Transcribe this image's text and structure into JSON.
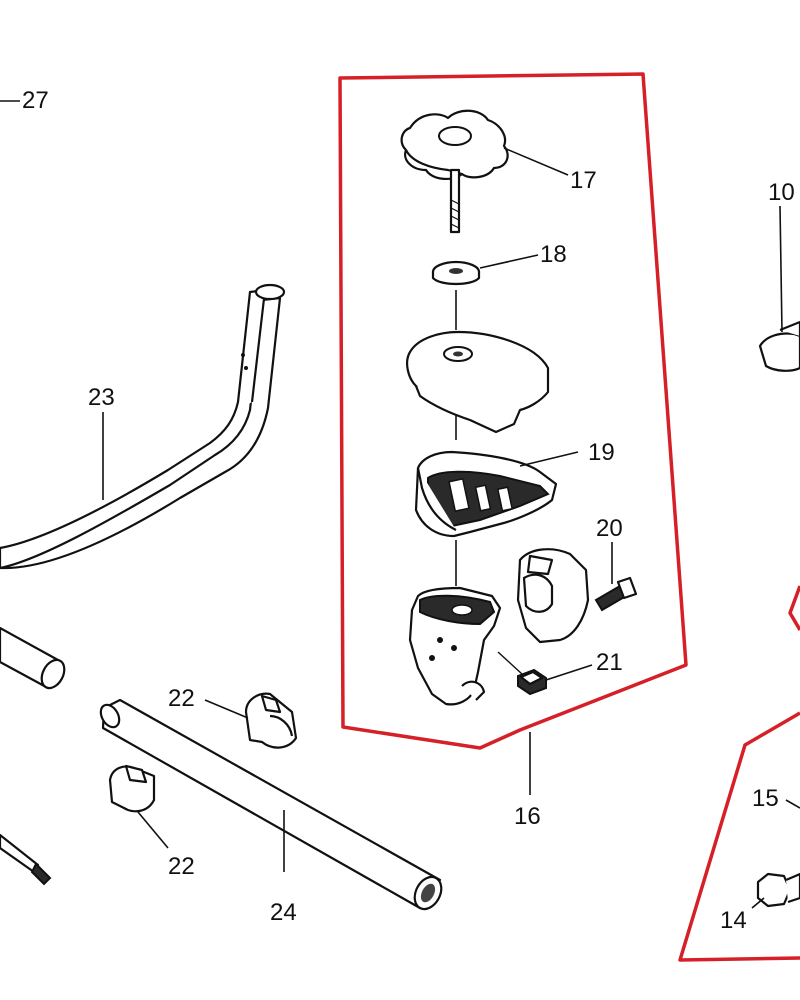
{
  "callouts": {
    "c27": "27",
    "c23": "23",
    "c22a": "22",
    "c22b": "22",
    "c24": "24",
    "c17": "17",
    "c18": "18",
    "c19": "19",
    "c20": "20",
    "c21": "21",
    "c16": "16",
    "c10": "10",
    "c15": "15",
    "c14": "14"
  },
  "colors": {
    "highlight_frame": "#d62027",
    "line_art": "#111111"
  }
}
